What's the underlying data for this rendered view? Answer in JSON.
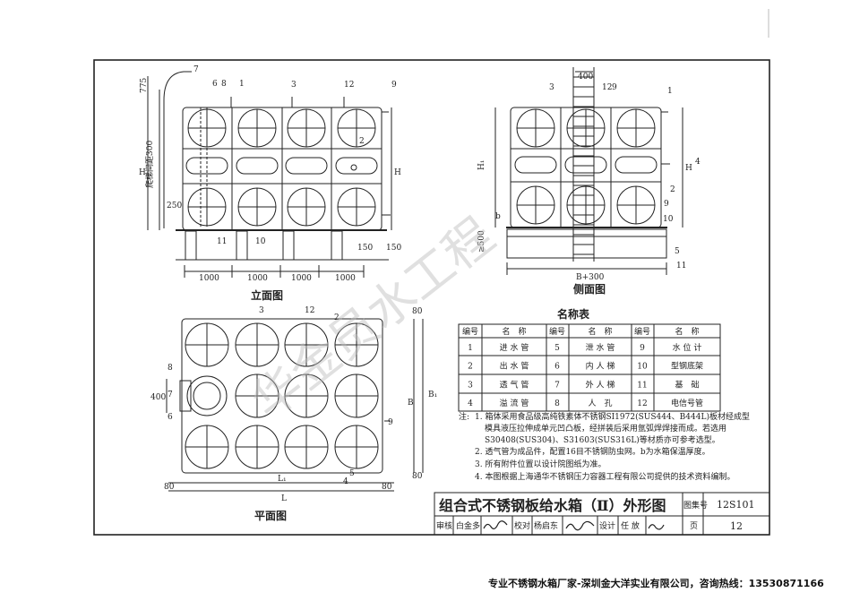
{
  "views": {
    "front_title": "立面图",
    "side_title": "侧面图",
    "plan_title": "平面图"
  },
  "front_dims": {
    "top": "775",
    "ladder_span": "爬梯间距300",
    "h_left": "H",
    "h_right": "H",
    "d250": "250",
    "spans": [
      "1000",
      "1000",
      "1000",
      "1000"
    ],
    "d150a": "150",
    "d150b": "150",
    "tags": [
      "7",
      "6",
      "8",
      "1",
      "3",
      "12",
      "9",
      "2",
      "10",
      "11"
    ]
  },
  "side_dims": {
    "d400": "400",
    "h1": "H₁",
    "h": "H",
    "b500": "≥500",
    "b300": "B+300",
    "b": "b",
    "tags": [
      "3",
      "12",
      "9",
      "1",
      "4",
      "2",
      "9",
      "10",
      "5",
      "11"
    ]
  },
  "plan_dims": {
    "d400": "400",
    "b1": "B₁",
    "b": "B",
    "l1": "L₁",
    "l": "L",
    "d80": [
      "80",
      "80",
      "80",
      "80"
    ],
    "tags": [
      "3",
      "12",
      "2",
      "8",
      "7",
      "6",
      "9",
      "5",
      "4"
    ]
  },
  "legend": {
    "title": "名称表",
    "headers": [
      "编号",
      "名　称",
      "编号",
      "名　称",
      "编号",
      "名　称"
    ],
    "rows": [
      [
        "1",
        "进 水 管",
        "5",
        "泄 水 管",
        "9",
        "水 位 计"
      ],
      [
        "2",
        "出 水 管",
        "6",
        "内 人 梯",
        "10",
        "型钢底架"
      ],
      [
        "3",
        "透 气 管",
        "7",
        "外 人 梯",
        "11",
        "基　础"
      ],
      [
        "4",
        "溢 流 管",
        "8",
        "人　孔",
        "12",
        "电信号管"
      ]
    ]
  },
  "notes": {
    "label": "注:",
    "lines": [
      "1. 箱体采用食品级高纯铁素体不锈钢SI1972(SUS444、B444L)板材经成型",
      "模具液压拉伸成单元凹凸板，经拼装后采用氩弧焊焊接而成。若选用",
      "S30408(SUS304)、S31603(SUS316L)等材质亦可参考选型。",
      "2. 透气管为成品件，配置16目不锈钢防虫网。b为水箱保温厚度。",
      "3. 所有附件位置以设计院图纸为准。",
      "4. 本图根据上海通华不锈钢压力容器工程有限公司提供的技术资料编制。"
    ]
  },
  "title_block": {
    "title": "组合式不锈钢板给水箱（Ⅱ）外形图",
    "atlas_label": "图集号",
    "atlas_no": "12S101",
    "review": "审核",
    "reviewer": "白金多",
    "check": "校对",
    "checker": "杨启东",
    "design": "设计",
    "designer": "任 放",
    "page_label": "页",
    "page_no": "12"
  },
  "watermark": "华金员水工程",
  "footer": "专业不锈钢水箱厂家-深圳金大洋实业有限公司，咨询热线：13530871166"
}
